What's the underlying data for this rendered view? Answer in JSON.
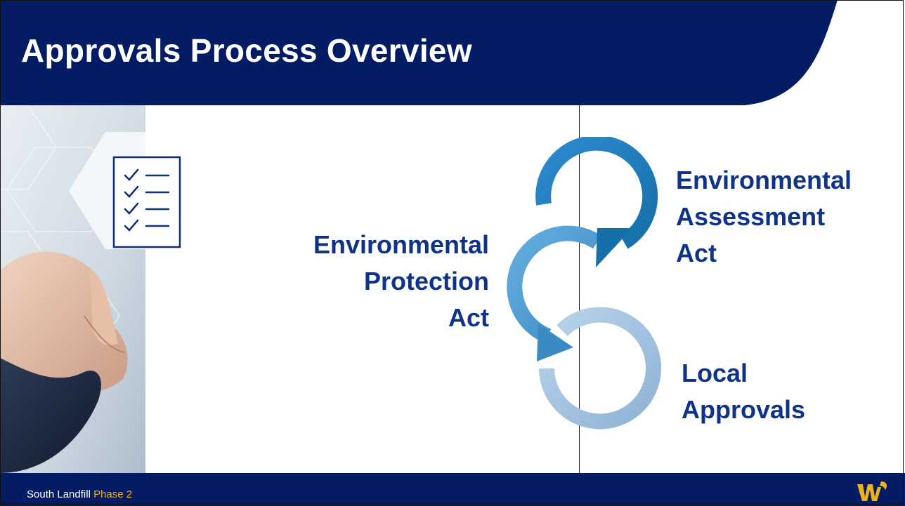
{
  "slide": {
    "title": "Approvals Process Overview",
    "colors": {
      "navy": "#041c63",
      "label_blue": "#10338a",
      "arrow_top": "#1f7cc0",
      "arrow_middle": "#4c9bd2",
      "arrow_bottom": "#a9c8e3",
      "footer_accent": "#f2b21a"
    }
  },
  "cycle": {
    "steps": [
      {
        "lines": [
          "Environmental",
          "Assessment",
          "Act"
        ]
      },
      {
        "lines": [
          "Environmental",
          "Protection",
          "Act"
        ]
      },
      {
        "lines": [
          "Local",
          "Approvals"
        ]
      }
    ]
  },
  "icons": {
    "checklist": "checklist-icon",
    "logo": "brand-logo-icon"
  },
  "footer": {
    "project": "South Landfill",
    "phase": "Phase 2"
  }
}
